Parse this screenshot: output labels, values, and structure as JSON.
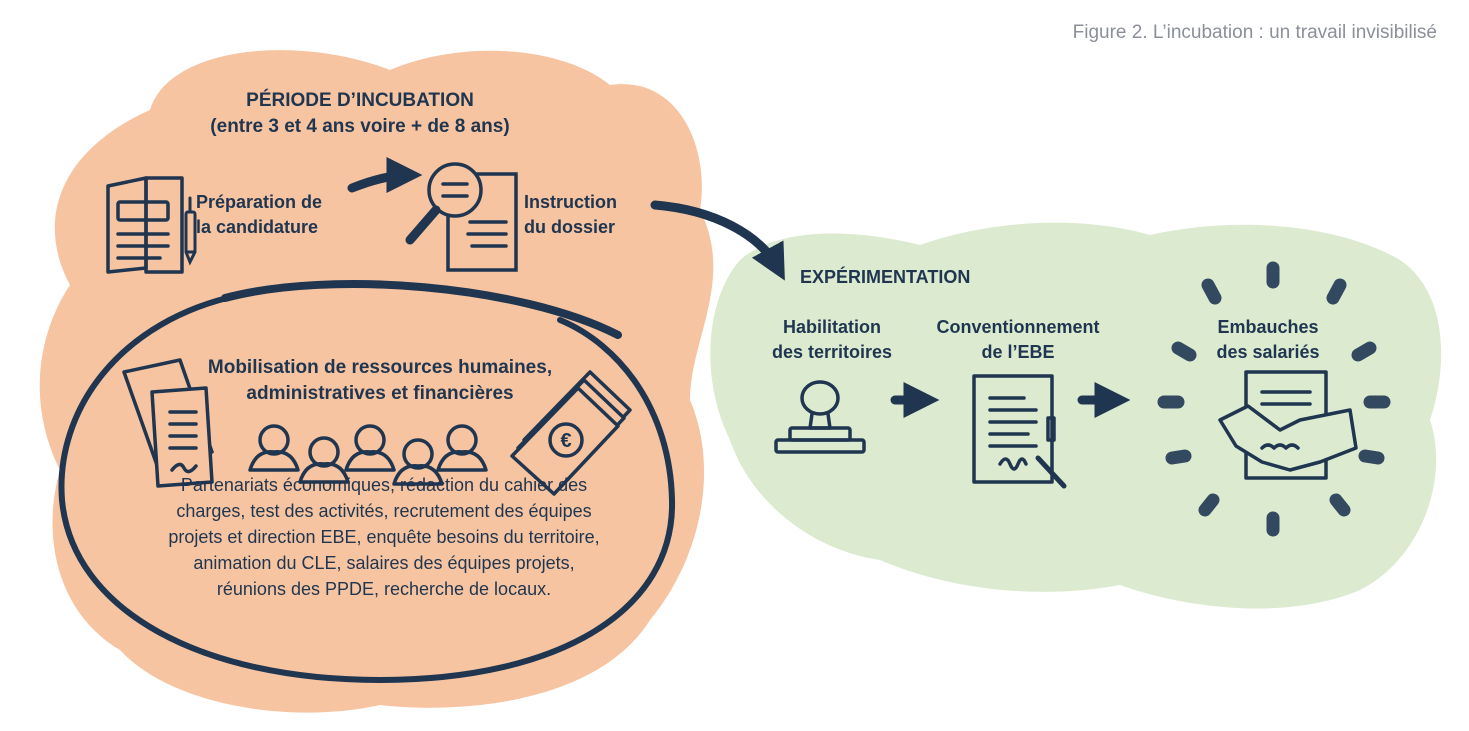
{
  "figure": {
    "caption": "Figure 2. L’incubation : un travail invisibilisé"
  },
  "incubation": {
    "title_line1": "PÉRIODE D’INCUBATION",
    "title_line2": "(entre 3 et 4 ans voire + de 8 ans)",
    "step_preparation_line1": "Préparation de",
    "step_preparation_line2": "la candidature",
    "step_instruction_line1": "Instruction",
    "step_instruction_line2": "du dossier",
    "mobilisation_line1": "Mobilisation de ressources humaines,",
    "mobilisation_line2": "administratives et financières",
    "partners_lines": [
      "Partenariats économiques, rédaction du cahier des",
      "charges, test des activités, recrutement des équipes",
      "projets et direction EBE, enquête besoins du territoire,",
      "animation du CLE, salaires des équipes projets,",
      "réunions des PPDE, recherche de locaux."
    ]
  },
  "experimentation": {
    "title": "EXPÉRIMENTATION",
    "step_habilitation_line1": "Habilitation",
    "step_habilitation_line2": "des territoires",
    "step_conventionnement_line1": "Conventionnement",
    "step_conventionnement_line2": "de l’EBE",
    "step_embauches_line1": "Embauches",
    "step_embauches_line2": "des salariés"
  },
  "icons": [
    "document-icon",
    "pen-icon",
    "magnifier-icon",
    "people-icon",
    "banknotes-icon",
    "stamp-icon",
    "contract-icon",
    "handshake-icon",
    "arrow-icon"
  ],
  "colors": {
    "incubation_blob": "#f6c4a0",
    "experimentation_blob": "#dcebd0",
    "ink": "#1f3550",
    "caption": "#8b9098"
  }
}
